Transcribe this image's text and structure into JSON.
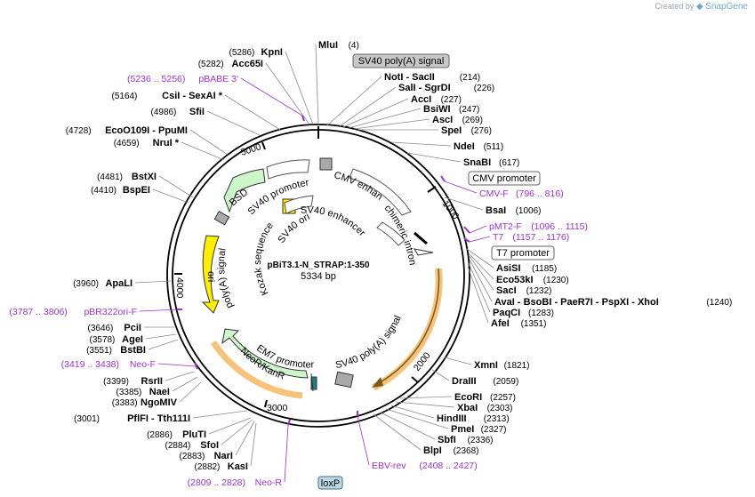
{
  "credit": {
    "text": "Created by",
    "brand": "SnapGene"
  },
  "plasmid": {
    "name": "pBiT3.1-N_STRAP:1-350",
    "size": "5334 bp"
  },
  "ticks": [
    "1000",
    "2000",
    "3000",
    "4000",
    "5000"
  ],
  "colors": {
    "primer": "#9b2fd6",
    "orange_halo": "#f7c37a",
    "feature_gray": "#a9a9a9"
  },
  "enzymes_right": [
    {
      "name": "MluI",
      "pos": "(4)"
    },
    {
      "name": "NotI - SacII",
      "pos": "(214)"
    },
    {
      "name": "SalI - SgrDI",
      "pos": "(226)"
    },
    {
      "name": "AccI",
      "pos": "(227)"
    },
    {
      "name": "BsiWI",
      "pos": "(247)"
    },
    {
      "name": "AscI",
      "pos": "(269)"
    },
    {
      "name": "SpeI",
      "pos": "(276)"
    },
    {
      "name": "NdeI",
      "pos": "(511)"
    },
    {
      "name": "SnaBI",
      "pos": "(617)"
    },
    {
      "name": "BsaI",
      "pos": "(1006)"
    },
    {
      "name": "AsiSI",
      "pos": "(1185)"
    },
    {
      "name": "Eco53kI",
      "pos": "(1230)"
    },
    {
      "name": "SacI",
      "pos": "(1232)"
    },
    {
      "name": "AvaI - BsoBI - PaeR7I - PspXI - XhoI",
      "pos": "(1240)"
    },
    {
      "name": "PaqCI",
      "pos": "(1283)"
    },
    {
      "name": "AfeI",
      "pos": "(1351)"
    },
    {
      "name": "XmnI",
      "pos": "(1821)"
    },
    {
      "name": "DraIII",
      "pos": "(2059)"
    },
    {
      "name": "EcoRI",
      "pos": "(2257)"
    },
    {
      "name": "XbaI",
      "pos": "(2303)"
    },
    {
      "name": "HindIII",
      "pos": "(2313)"
    },
    {
      "name": "PmeI",
      "pos": "(2327)"
    },
    {
      "name": "SbfI",
      "pos": "(2336)"
    },
    {
      "name": "BlpI",
      "pos": "(2368)"
    }
  ],
  "enzymes_left": [
    {
      "name": "KpnI",
      "pos": "(5286)"
    },
    {
      "name": "Acc65I",
      "pos": "(5282)"
    },
    {
      "name": "CsiI - SexAI *",
      "pos": "(5164)"
    },
    {
      "name": "SfiI",
      "pos": "(4986)"
    },
    {
      "name": "EcoO109I - PpuMI",
      "pos": "(4728)"
    },
    {
      "name": "NruI *",
      "pos": "(4659)"
    },
    {
      "name": "BstXI",
      "pos": "(4481)"
    },
    {
      "name": "BspEI",
      "pos": "(4410)"
    },
    {
      "name": "ApaLI",
      "pos": "(3960)"
    },
    {
      "name": "PciI",
      "pos": "(3646)"
    },
    {
      "name": "AgeI",
      "pos": "(3578)"
    },
    {
      "name": "BstBI",
      "pos": "(3551)"
    },
    {
      "name": "RsrII",
      "pos": "(3399)"
    },
    {
      "name": "NaeI",
      "pos": "(3385)"
    },
    {
      "name": "NgoMIV",
      "pos": "(3383)"
    },
    {
      "name": "PflFI - Tth111I",
      "pos": "(3001)"
    },
    {
      "name": "PluTI",
      "pos": "(2886)"
    },
    {
      "name": "SfoI",
      "pos": "(2884)"
    },
    {
      "name": "NarI",
      "pos": "(2883)"
    },
    {
      "name": "KasI",
      "pos": "(2882)"
    }
  ],
  "primers": [
    {
      "name": "pBABE 3'",
      "range": "(5236 .. 5256)"
    },
    {
      "name": "CMV-F",
      "range": "(796 .. 816)"
    },
    {
      "name": "pMT2-F",
      "range": "(1096 .. 1115)"
    },
    {
      "name": "T7",
      "range": "(1157 .. 1176)"
    },
    {
      "name": "pBR322ori-F",
      "range": "(3787 .. 3806)"
    },
    {
      "name": "Neo-F",
      "range": "(3419 .. 3438)"
    },
    {
      "name": "EBV-rev",
      "range": "(2408 .. 2427)"
    },
    {
      "name": "Neo-R",
      "range": "(2809 .. 2828)"
    }
  ],
  "boxed_labels": {
    "sv40_polya_top": "SV40 poly(A) signal",
    "cmv_promoter": "CMV promoter",
    "t7_promoter": "T7 promoter",
    "loxp": "loxP"
  },
  "features": {
    "cmv_enhancer": "CMV enhancer",
    "chimeric_intron": "chimeric intron",
    "sv40_polya_right": "SV40 poly(A) signal",
    "em7_promoter": "EM7 promoter",
    "neor": "NeoR/KanR",
    "ori": "ori",
    "polya_left": "poly(A) signal",
    "bsd": "BSD",
    "sv40_promoter": "SV40 promoter",
    "sv40_enhancer": "SV40 enhancer",
    "sv40_ori": "SV40 ori",
    "kozak": "Kozak sequence"
  }
}
